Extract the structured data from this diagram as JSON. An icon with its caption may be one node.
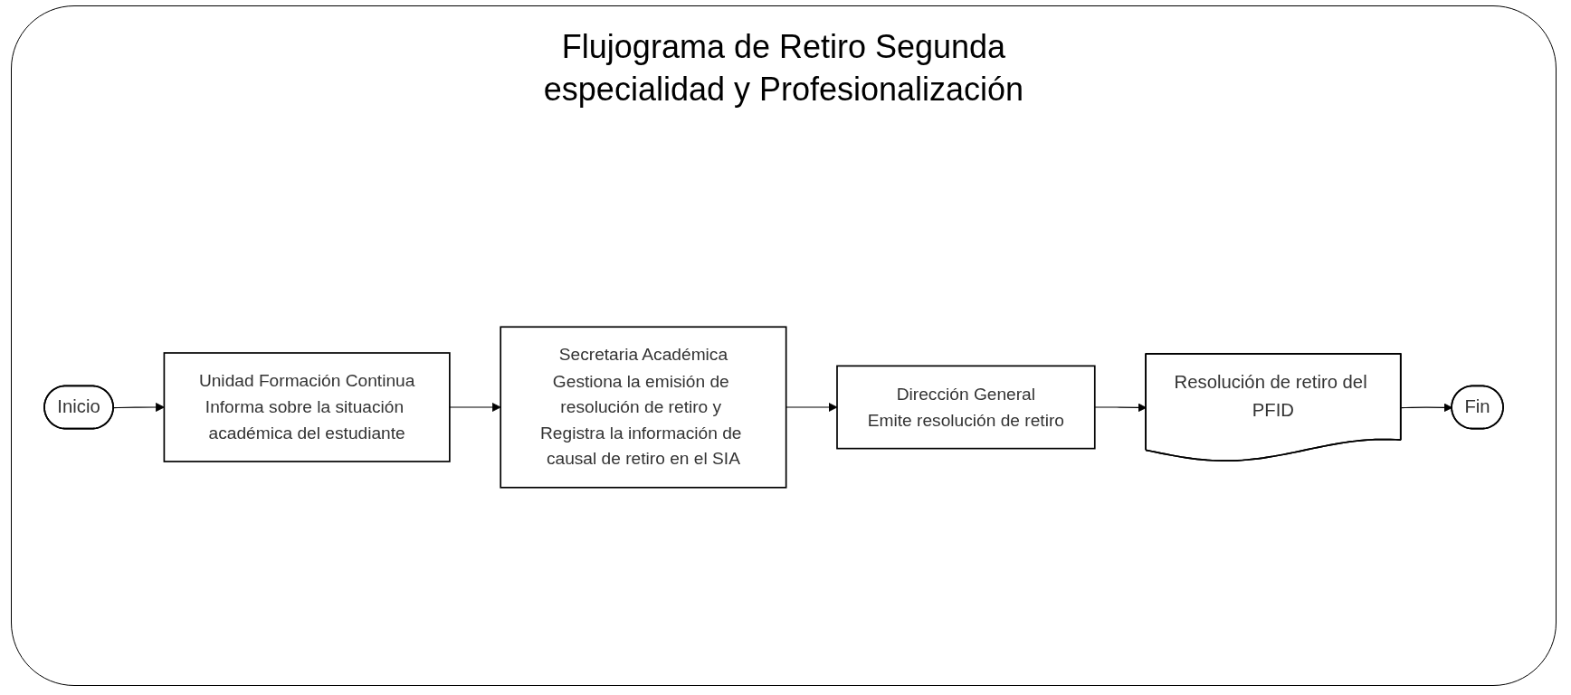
{
  "diagram": {
    "title": "Flujograma de Retiro Segunda especialidad y Profesionalización",
    "nodes": [
      {
        "text": [
          "Inicio"
        ]
      },
      {
        "text": [
          "Unidad Formación Continua",
          "Informa sobre la situación académica del estudiante"
        ]
      },
      {
        "text": [
          "Secretaria Académica",
          "Gestiona la emisión de resolución de retiro y Registra la información de causal de retiro en el SIA"
        ]
      },
      {
        "text": [
          "Dirección General",
          "Emite resolución de retiro"
        ]
      },
      {
        "text": [
          "Resolución de retiro del PFID"
        ]
      },
      {
        "text": [
          "Fin"
        ]
      }
    ],
    "edges": [
      {
        "from": 0,
        "to": 1,
        "arrow": "to"
      },
      {
        "from": 1,
        "to": 2,
        "arrow": "to"
      },
      {
        "from": 2,
        "to": 3,
        "arrow": "to"
      },
      {
        "from": 3,
        "to": 4,
        "arrow": "to"
      },
      {
        "from": 4,
        "to": 5,
        "arrow": "to"
      }
    ]
  }
}
